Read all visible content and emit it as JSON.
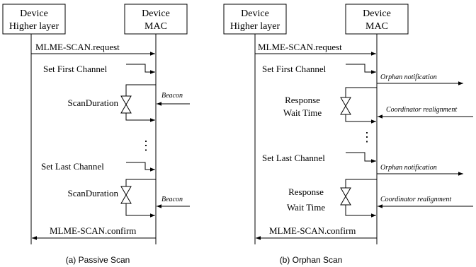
{
  "panels": [
    {
      "left_box": [
        "Device",
        "Higher layer"
      ],
      "right_box": [
        "Device",
        "MAC"
      ],
      "request": "MLME-SCAN.request",
      "first_channel": "Set First Channel",
      "wait1": [
        "ScanDuration"
      ],
      "ext1": "Beacon",
      "dots": "⋮",
      "last_channel": "Set Last Channel",
      "wait2": [
        "ScanDuration"
      ],
      "ext2": "Beacon",
      "confirm": "MLME-SCAN.confirm",
      "caption": "(a) Passive Scan"
    },
    {
      "left_box": [
        "Device",
        "Higher layer"
      ],
      "right_box": [
        "Device",
        "MAC"
      ],
      "request": "MLME-SCAN.request",
      "first_channel": "Set First Channel",
      "notify1": "Orphan notification",
      "wait1": [
        "Response",
        "Wait Time"
      ],
      "ext1": "Coordinator realignment",
      "dots": "⋮",
      "last_channel": "Set Last Channel",
      "notify2": "Orphan notification",
      "wait2": [
        "Response",
        "Wait Time"
      ],
      "ext2": "Coordinator realignment",
      "confirm": "MLME-SCAN.confirm",
      "caption": "(b) Orphan Scan"
    }
  ]
}
